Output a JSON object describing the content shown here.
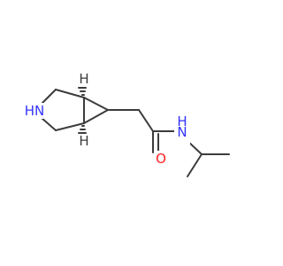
{
  "molecule": {
    "colors": {
      "background": "#ffffff",
      "bond": "#3c3c3c",
      "nitrogen": "#3333ff",
      "oxygen": "#ff2020",
      "hydrogen_stereo": "#3c3c3c"
    },
    "labels": {
      "ring_nh": "HN",
      "amide_nh_n": "N",
      "amide_nh_h": "H",
      "carbonyl_o": "O",
      "stereo_h_top": "H",
      "stereo_h_bottom": "H"
    }
  }
}
